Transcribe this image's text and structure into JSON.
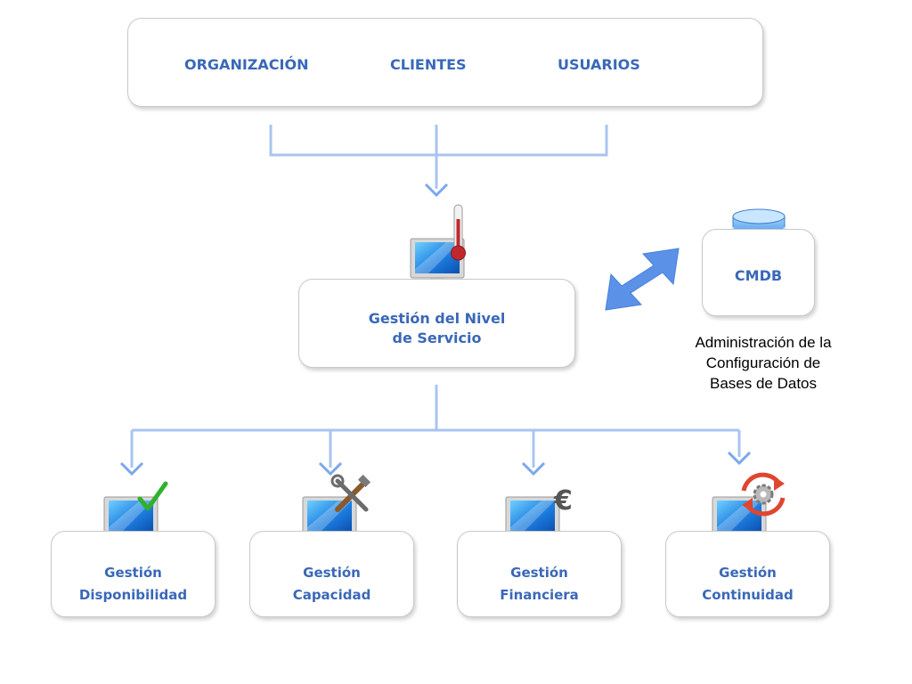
{
  "colors": {
    "connector": "#a9c4f0",
    "arrow": "#7aa8ec",
    "text": "#3a68b8",
    "double_arrow": "#5b92e8"
  },
  "top_group": {
    "items": [
      "ORGANIZACIÓN",
      "CLIENTES",
      "USUARIOS"
    ]
  },
  "center_node": {
    "line1": "Gestión del Nivel",
    "line2": "de Servicio",
    "icon": "computer-thermometer-icon"
  },
  "cmdb_node": {
    "label": "CMDB",
    "icon": "database-icon"
  },
  "cmdb_note": [
    "Administración de la",
    "Configuración de",
    "Bases de Datos"
  ],
  "bottom_nodes": [
    {
      "line1": "Gestión",
      "line2": "Disponibilidad",
      "icon": "checkmark-icon"
    },
    {
      "line1": "Gestión",
      "line2": "Capacidad",
      "icon": "tools-icon"
    },
    {
      "line1": "Gestión",
      "line2": "Financiera",
      "icon": "euro-icon"
    },
    {
      "line1": "Gestión",
      "line2": "Continuidad",
      "icon": "refresh-gear-icon"
    }
  ]
}
